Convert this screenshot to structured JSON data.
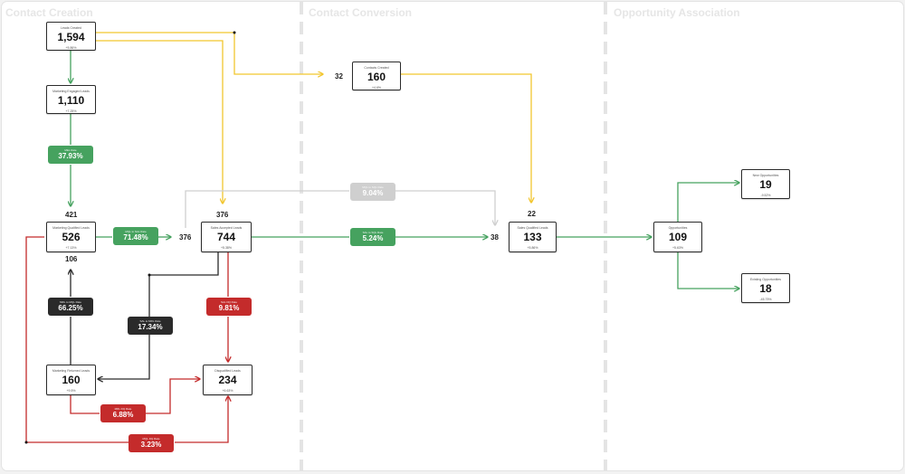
{
  "sections": [
    "Contact Creation",
    "Contact Conversion",
    "Opportunity Association"
  ],
  "nodes": {
    "leads_created": {
      "label": "Leads Created",
      "value": "1,594",
      "change": "+5.86%"
    },
    "mel": {
      "label": "Marketing Engaged Leads",
      "value": "1,110",
      "change": "+7.25%"
    },
    "mql": {
      "label": "Marketing Qualified Leads",
      "value": "526",
      "change": "+7.13%"
    },
    "mrl": {
      "label": "Marketing Returned Leads",
      "value": "160",
      "change": "+9.5%"
    },
    "contacts": {
      "label": "Contacts Created",
      "value": "160",
      "change": "+4.6%"
    },
    "sal": {
      "label": "Sales Accepted Leads",
      "value": "744",
      "change": "+5.38%"
    },
    "disq": {
      "label": "Disqualified Leads",
      "value": "234",
      "change": "+6.63%"
    },
    "sql": {
      "label": "Sales Qualified Leads",
      "value": "133",
      "change": "+5.86%"
    },
    "opened": {
      "label": "Opportunities",
      "value": "109",
      "change": "+5.63%"
    },
    "new_opp": {
      "label": "New Opportunities",
      "value": "19",
      "change": "-9.52%"
    },
    "existing_opp": {
      "label": "Existing Opportunities",
      "value": "18",
      "change": "-45.75%"
    }
  },
  "rates": {
    "mel_mql": {
      "label": "MEL Rate",
      "value": "37.93%"
    },
    "mql_sal": {
      "label": "MQL to SAL Rate",
      "value": "71.48%"
    },
    "sal_sql": {
      "label": "SAL to SQL Rate",
      "value": "5.24%"
    },
    "mql_sql": {
      "label": "MQL to SQL Rate",
      "value": "9.04%"
    },
    "mrl_mql": {
      "label": "MRL to MQL Rate",
      "value": "66.25%"
    },
    "sal_mrl": {
      "label": "SAL to MRL Rate",
      "value": "17.34%"
    },
    "sal_dq": {
      "label": "SAL DQ Rate",
      "value": "9.81%"
    },
    "mrl_dq": {
      "label": "MRL DQ Rate",
      "value": "6.88%"
    },
    "mql_dq": {
      "label": "MQL DQ Rate",
      "value": "3.23%"
    }
  },
  "counts": {
    "above_mql": "421",
    "above_sal": "376",
    "left_sal": "376",
    "below_mql": "106",
    "left_contacts": "32",
    "above_sql": "22",
    "left_sql": "38"
  },
  "colors": {
    "green": "#46a25f",
    "red": "#c42b2b",
    "dark": "#2a2a2a",
    "yellow": "#f2c62f",
    "gray": "#cfcfcf"
  }
}
